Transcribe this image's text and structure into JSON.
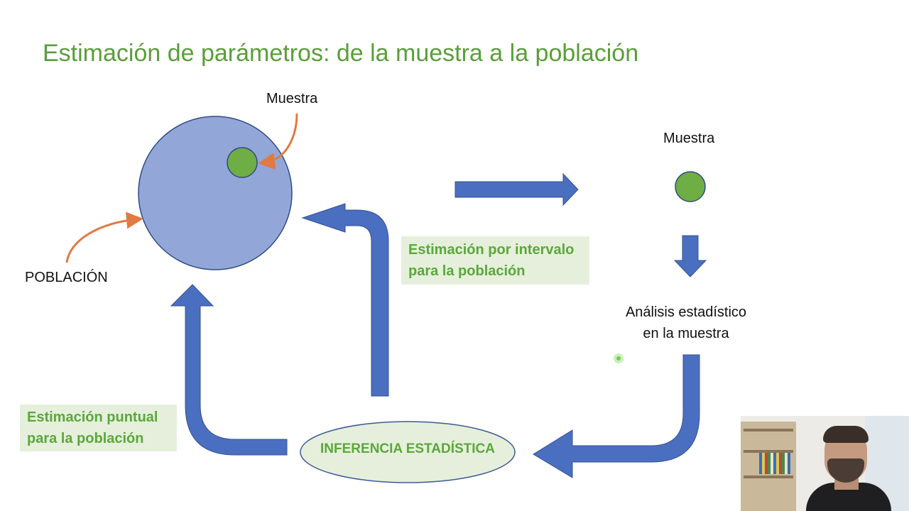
{
  "title": "Estimación de parámetros: de la muestra a la población",
  "labels": {
    "muestra_top": "Muestra",
    "poblacion": "POBLACIÓN",
    "muestra_right": "Muestra",
    "analisis_line1": "Análisis estadístico",
    "analisis_line2": "en la muestra"
  },
  "boxes": {
    "intervalo_line1": "Estimación por intervalo",
    "intervalo_line2": "para la población",
    "puntual_line1": "Estimación puntual",
    "puntual_line2": "para la población"
  },
  "inference": {
    "label": "INFERENCIA ESTADÍSTICA"
  },
  "colors": {
    "title_green": "#5a9e3a",
    "arrow_blue": "#4a6fc0",
    "population_fill": "#93a6d8",
    "sample_green": "#6fae45",
    "pointer_orange": "#e07a42",
    "box_bg": "#e6efdc"
  }
}
